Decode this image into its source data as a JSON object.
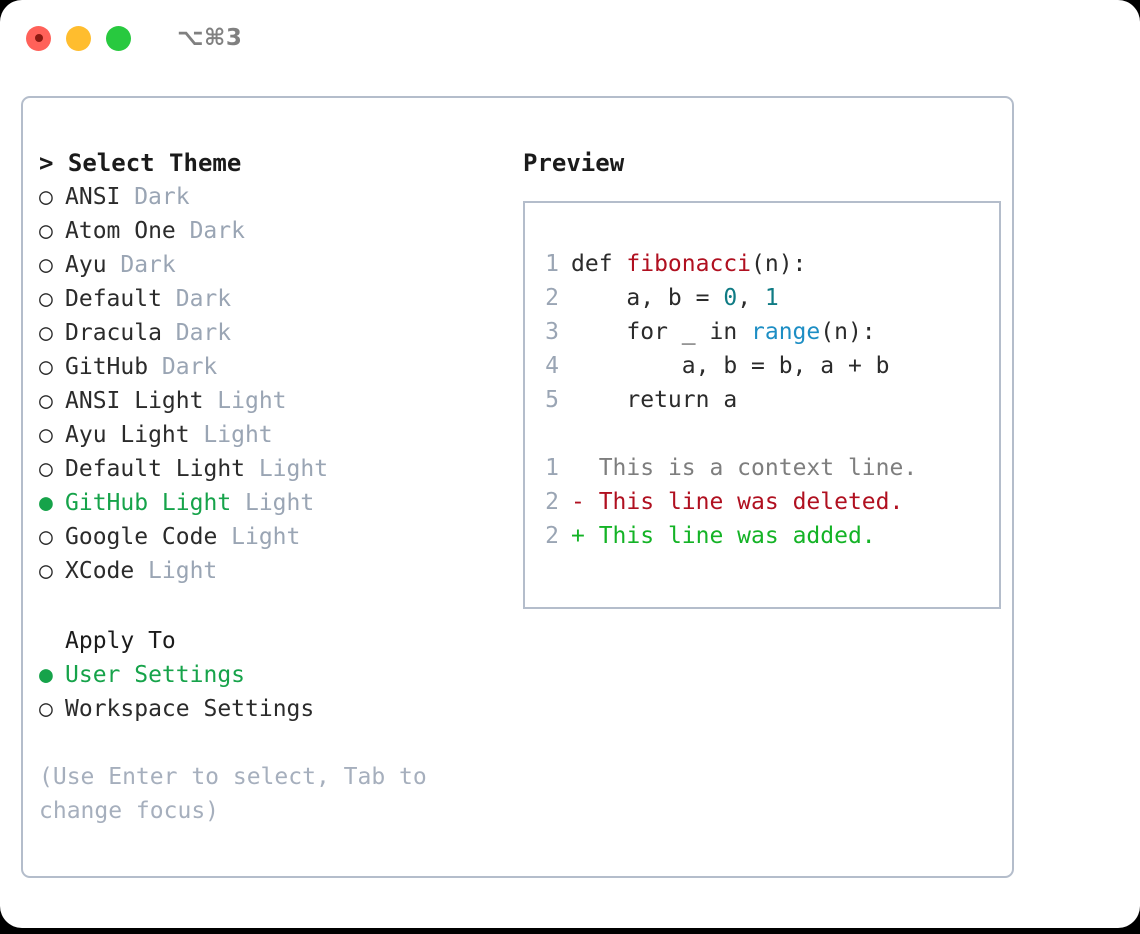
{
  "titlebar": {
    "shortcut": "⌥⌘3",
    "buttons": [
      "close",
      "minimize",
      "maximize"
    ]
  },
  "theme_picker": {
    "heading": "> Select Theme",
    "marker_unselected": "○",
    "marker_selected": "●",
    "options": [
      {
        "label": "ANSI",
        "tag": "Dark",
        "selected": false
      },
      {
        "label": "Atom One",
        "tag": "Dark",
        "selected": false
      },
      {
        "label": "Ayu",
        "tag": "Dark",
        "selected": false
      },
      {
        "label": "Default",
        "tag": "Dark",
        "selected": false
      },
      {
        "label": "Dracula",
        "tag": "Dark",
        "selected": false
      },
      {
        "label": "GitHub",
        "tag": "Dark",
        "selected": false
      },
      {
        "label": "ANSI Light",
        "tag": "Light",
        "selected": false
      },
      {
        "label": "Ayu Light",
        "tag": "Light",
        "selected": false
      },
      {
        "label": "Default Light",
        "tag": "Light",
        "selected": false
      },
      {
        "label": "GitHub Light",
        "tag": "Light",
        "selected": true
      },
      {
        "label": "Google Code",
        "tag": "Light",
        "selected": false
      },
      {
        "label": "XCode",
        "tag": "Light",
        "selected": false
      }
    ]
  },
  "apply_to": {
    "heading": "Apply To",
    "options": [
      {
        "label": "User Settings",
        "selected": true
      },
      {
        "label": "Workspace Settings",
        "selected": false
      }
    ]
  },
  "hint": "(Use Enter to select, Tab to change focus)",
  "preview": {
    "title": "Preview",
    "code_lines": [
      {
        "no": "1",
        "segments": [
          {
            "text": "def ",
            "style": "plain"
          },
          {
            "text": "fibonacci",
            "style": "fn"
          },
          {
            "text": "(n):",
            "style": "plain"
          }
        ]
      },
      {
        "no": "2",
        "segments": [
          {
            "text": "    a, b = ",
            "style": "plain"
          },
          {
            "text": "0",
            "style": "num"
          },
          {
            "text": ", ",
            "style": "plain"
          },
          {
            "text": "1",
            "style": "num"
          }
        ]
      },
      {
        "no": "3",
        "segments": [
          {
            "text": "    for _ in ",
            "style": "plain"
          },
          {
            "text": "range",
            "style": "fn2"
          },
          {
            "text": "(n):",
            "style": "plain"
          }
        ]
      },
      {
        "no": "4",
        "segments": [
          {
            "text": "        a, b = b, a + b",
            "style": "plain"
          }
        ]
      },
      {
        "no": "5",
        "segments": [
          {
            "text": "    return a",
            "style": "plain"
          }
        ]
      }
    ],
    "diff_lines": [
      {
        "no": "1",
        "marker": "  ",
        "text": "This is a context line.",
        "kind": "ctx"
      },
      {
        "no": "2",
        "marker": "- ",
        "text": "This line was deleted.",
        "kind": "del"
      },
      {
        "no": "2",
        "marker": "+ ",
        "text": "This line was added.",
        "kind": "add"
      }
    ]
  },
  "colors": {
    "selection_green": "#16a34a",
    "diff_add_green": "#14b326",
    "diff_del_red": "#b01020",
    "keyword_fn_red": "#b01020",
    "number_teal": "#0f7b84",
    "builtin_blue": "#1d8ec4",
    "muted_tag": "#9aa5b4",
    "border": "#b4bdcb",
    "traffic_close": "#ff6159",
    "traffic_min": "#ffbd2e",
    "traffic_max": "#28c93f"
  }
}
